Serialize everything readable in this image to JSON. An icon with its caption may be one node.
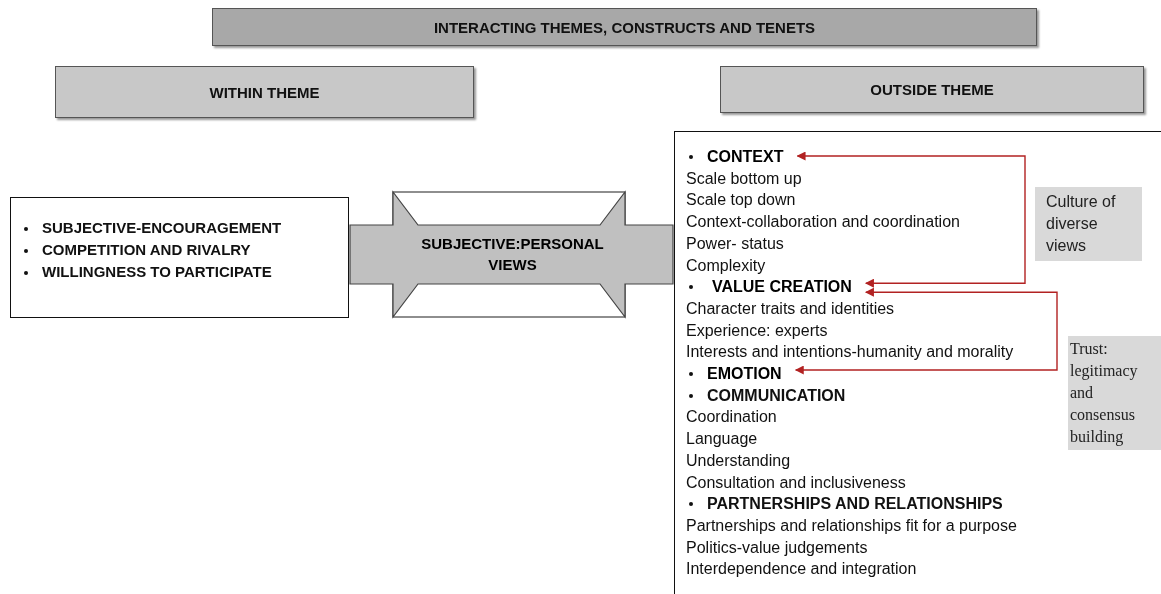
{
  "diagram": {
    "nodes": [
      {
        "text": [
          "INTERACTING THEMES, CONSTRUCTS AND TENETS"
        ]
      },
      {
        "text": [
          "WITHIN THEME"
        ]
      },
      {
        "text": [
          "OUTSIDE THEME"
        ]
      },
      {
        "text": [
          "SUBJECTIVE-ENCOURAGEMENT",
          "COMPETITION AND RIVALRY",
          "WILLINGNESS TO PARTICIPATE"
        ]
      },
      {
        "text": [
          "SUBJECTIVE:PERSONAL VIEWS"
        ]
      },
      {
        "text": [
          "Scale bottom up",
          "Scale top down",
          "Context-collaboration and coordination",
          "Power- status",
          "Complexity",
          "Character traits and identities",
          "Experience: experts",
          "Interests and intentions-humanity and morality",
          "COMMUNICATION",
          "Coordination",
          "Language",
          "Understanding",
          "Consultation and inclusiveness",
          "PARTNERSHIPS AND RELATIONSHIPS",
          "Partnerships and relationships fit for a purpose",
          "Politics-value judgements",
          "Interdependence and integration"
        ]
      },
      {
        "text": [
          "CONTEXT"
        ],
        "in": 5
      },
      {
        "text": [
          "VALUE CREATION"
        ],
        "in": 5
      },
      {
        "text": [
          "EMOTION"
        ],
        "in": 5
      },
      {
        "text": [
          "Culture of diverse views"
        ],
        "in": 5
      },
      {
        "text": [
          "Trust: legitimacy and consensus building"
        ],
        "in": 5
      }
    ],
    "edges": [
      {
        "from": 6,
        "to": 7,
        "arrow": "both"
      },
      {
        "from": 7,
        "to": 8,
        "arrow": "both"
      }
    ]
  }
}
